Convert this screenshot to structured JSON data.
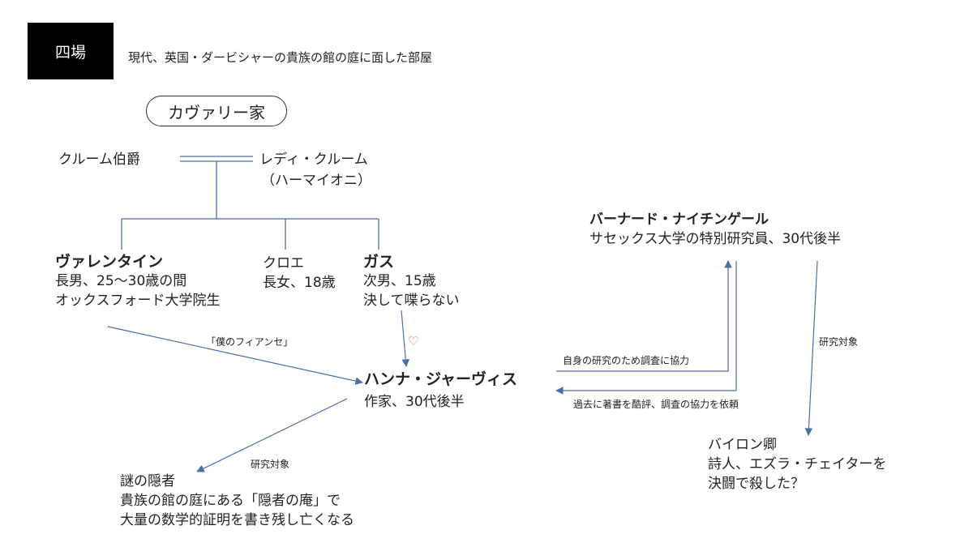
{
  "scene": {
    "label": "四場",
    "description": "現代、英国・ダービシャーの貴族の館の庭に面した部屋"
  },
  "family": {
    "name": "カヴァリー家"
  },
  "people": {
    "lord_croom": {
      "name": "クルーム伯爵"
    },
    "lady_croom": {
      "name": "レディ・クルーム",
      "alias": "（ハーマイオニ）"
    },
    "valentine": {
      "name": "ヴァレンタイン",
      "line1": "長男、25〜30歳の間",
      "line2": "オックスフォード大学院生"
    },
    "chloe": {
      "name": "クロエ",
      "line1": "長女、18歳"
    },
    "gus": {
      "name": "ガス",
      "line1": "次男、15歳",
      "line2": "決して喋らない"
    },
    "hannah": {
      "name": "ハンナ・ジャーヴィス",
      "line1": "作家、30代後半"
    },
    "bernard": {
      "name": "バーナード・ナイチンゲール",
      "line1": "サセックス大学の特別研究員、30代後半"
    },
    "hermit": {
      "name": "謎の隠者",
      "line1": "貴族の館の庭にある「隠者の庵」で",
      "line2": "大量の数学的証明を書き残し亡くなる"
    },
    "byron": {
      "name": "バイロン卿",
      "line1": "詩人、エズラ・チェイターを",
      "line2": "決闘で殺した？"
    }
  },
  "relations": {
    "valentine_hannah": "「僕のフィアンセ」",
    "gus_hannah": "♡",
    "hannah_bernard": "自身の研究のため調査に協力",
    "bernard_hannah": "過去に著書を酷評、調査の協力を依頼",
    "hannah_hermit": "研究対象",
    "bernard_byron": "研究対象"
  },
  "colors": {
    "line": "#4a6fa5",
    "heart": "#e05050"
  }
}
